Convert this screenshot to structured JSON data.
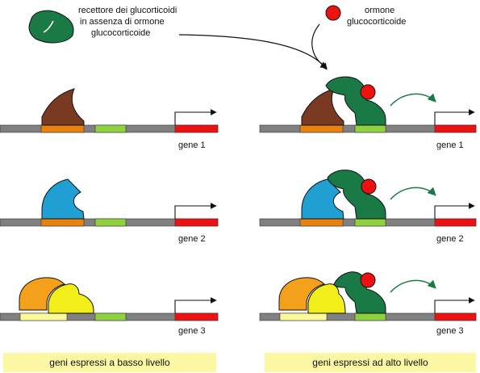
{
  "receptor_note": {
    "lines": [
      "recettore dei glucorticoidi",
      "in assenza di ormone",
      "glucocorticoide"
    ]
  },
  "hormone_note": {
    "lines": [
      "ormone",
      "glucocorticoide"
    ]
  },
  "genes_left": [
    "gene 1",
    "gene 2",
    "gene 3"
  ],
  "genes_right": [
    "gene 1",
    "gene 2",
    "gene 3"
  ],
  "captions": {
    "left": "geni espressi a basso livello",
    "right": "geni espressi ad alto livello"
  },
  "colors": {
    "dna_gray": "#808080",
    "gene_red": "#ee1111",
    "receptor_green": "#1a7a45",
    "hormone_red": "#ee1111",
    "brown_factor": "#7a3a22",
    "orange_site": "#e8820f",
    "lime_site": "#8fd13f",
    "blue_factor": "#1f9fd2",
    "orange_factor": "#f5a01a",
    "yellow_factor": "#f2ee1a",
    "light_yellow_site": "#fafa99",
    "caption_bg": "#fbf7a3"
  }
}
